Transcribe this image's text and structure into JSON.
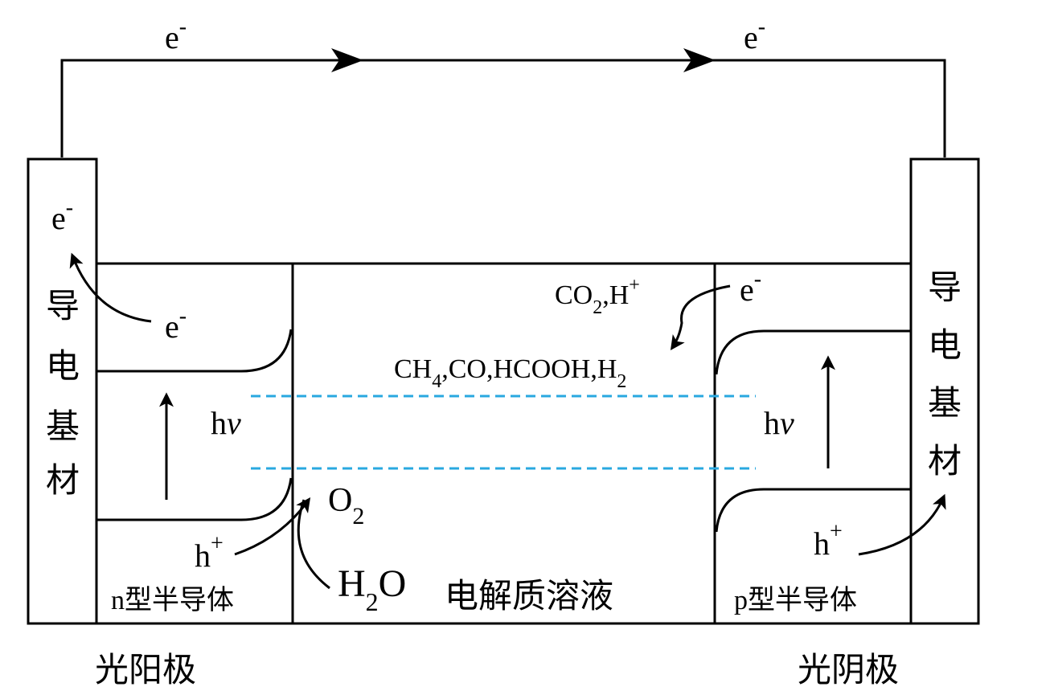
{
  "colors": {
    "line": "#000000",
    "dashed": "#29a8e0",
    "background": "#ffffff"
  },
  "circuit": {
    "electron_left": {
      "base": "e",
      "sup": "-"
    },
    "electron_right": {
      "base": "e",
      "sup": "-"
    }
  },
  "left_substrate_label": [
    "导",
    "电",
    "基",
    "材"
  ],
  "right_substrate_label": [
    "导",
    "电",
    "基",
    "材"
  ],
  "photoanode": {
    "electron_collected": {
      "base": "e",
      "sup": "-"
    },
    "electron_cb": {
      "base": "e",
      "sup": "-"
    },
    "photon": {
      "h": "h",
      "nu": "ν"
    },
    "hole": {
      "base": "h",
      "sup": "+"
    },
    "semiconductor_label": {
      "prefix": "n",
      "rest": "型半导体"
    },
    "caption": "光阳极"
  },
  "electrolyte": {
    "o2": {
      "base": "O",
      "sub": "2"
    },
    "h2o": {
      "pre": "H",
      "sub": "2",
      "post": "O"
    },
    "label": "电解质溶液",
    "reactant": {
      "co": "CO",
      "co_sub": "2",
      "h": ",H",
      "h_sup": "+"
    },
    "products": {
      "p1": "CH",
      "p1_sub": "4",
      "p2": ",CO,HCOOH,H",
      "p2_sub": "2"
    }
  },
  "photocathode": {
    "electron": {
      "base": "e",
      "sup": "-"
    },
    "photon": {
      "h": "h",
      "nu": "ν"
    },
    "hole": {
      "base": "h",
      "sup": "+"
    },
    "semiconductor_label": {
      "prefix": "p",
      "rest": "型半导体"
    },
    "caption": "光阴极"
  }
}
